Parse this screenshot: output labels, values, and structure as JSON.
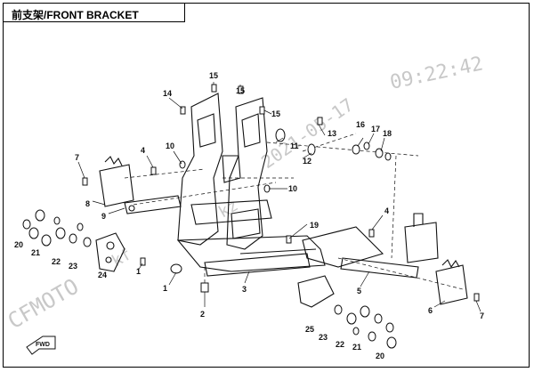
{
  "title": "前支架/FRONT BRACKET",
  "watermark": {
    "time": "09:22:42",
    "date": "2021-05-17",
    "brand": "CFMOTO",
    "fragment_a": "kz",
    "fragment_b": "kf"
  },
  "callouts": [
    "1",
    "1",
    "2",
    "3",
    "4",
    "4",
    "5",
    "6",
    "7",
    "7",
    "8",
    "9",
    "10",
    "10",
    "11",
    "12",
    "13",
    "14",
    "15",
    "15",
    "15",
    "16",
    "17",
    "18",
    "19",
    "20",
    "20",
    "21",
    "21",
    "22",
    "22",
    "23",
    "23",
    "24",
    "25"
  ],
  "fwd_label": "FWD"
}
